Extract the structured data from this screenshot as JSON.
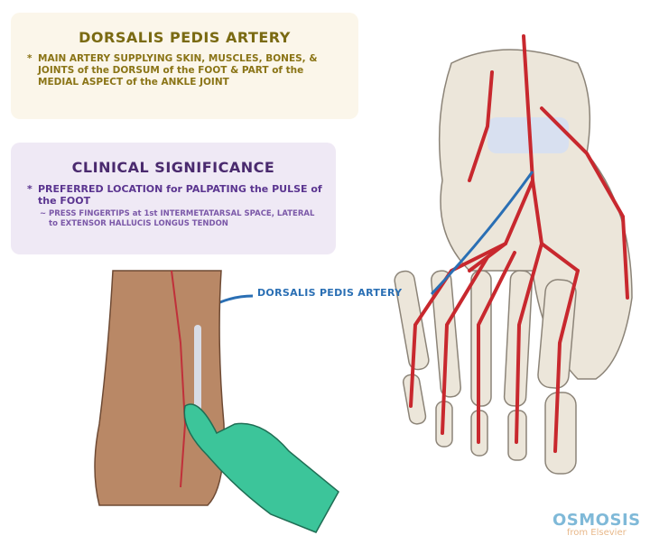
{
  "definition": {
    "title": "DORSALIS PEDIS ARTERY",
    "bullet": "MAIN ARTERY SUPPLYING SKIN, MUSCLES, BONES, & JOINTS of the DORSUM of the FOOT & PART of the MEDIAL ASPECT of the ANKLE JOINT"
  },
  "clinical": {
    "title": "CLINICAL SIGNIFICANCE",
    "bullet": "PREFERRED LOCATION for PALPATING the PULSE of the FOOT",
    "sub_bullet": "PRESS FINGERTIPS at 1st INTERMETATARSAL SPACE, LATERAL to EXTENSOR HALLUCIS LONGUS TENDON"
  },
  "illustration": {
    "artery_label": "DORSALIS PEDIS ARTERY",
    "colors": {
      "artery": "#c8282e",
      "bone": "#ece6da",
      "skin": "#b98866",
      "glove": "#3cc59a",
      "label_line": "#2a6fb4"
    }
  },
  "logo": {
    "name": "OSMOSIS",
    "tagline": "from Elsevier"
  }
}
